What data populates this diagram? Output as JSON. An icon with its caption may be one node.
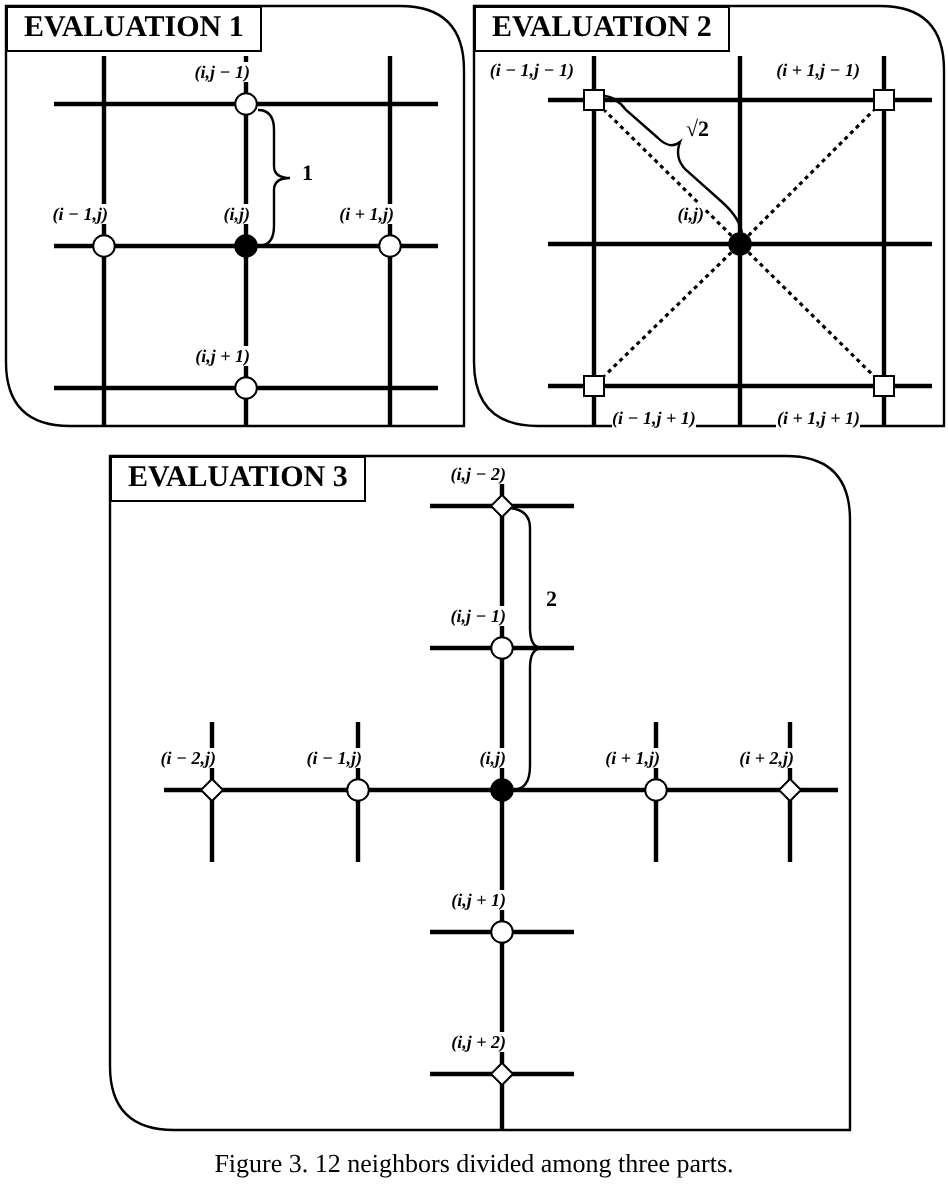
{
  "diagram": {
    "caption": "Figure 3. 12 neighbors divided among three parts.",
    "nodes": [
      {
        "text": [
          "EVALUATION 1"
        ]
      },
      {
        "text": [],
        "shape": "circle",
        "beside": [
          "(i,j − 1)"
        ],
        "in": 0
      },
      {
        "text": [],
        "shape": "circle",
        "beside": [
          "(i − 1,j)"
        ],
        "in": 0
      },
      {
        "text": [],
        "shape": "circle",
        "beside": [
          "(i,j)"
        ],
        "in": 0
      },
      {
        "text": [],
        "shape": "circle",
        "beside": [
          "(i + 1,j)"
        ],
        "in": 0
      },
      {
        "text": [],
        "shape": "circle",
        "beside": [
          "(i,j + 1)"
        ],
        "in": 0
      },
      {
        "text": [
          "EVALUATION 2"
        ]
      },
      {
        "text": [],
        "shape": "box",
        "beside": [
          "(i − 1,j − 1)"
        ],
        "in": 6
      },
      {
        "text": [],
        "shape": "box",
        "beside": [
          "(i + 1,j − 1)"
        ],
        "in": 6
      },
      {
        "text": [],
        "shape": "circle",
        "beside": [
          "(i,j)"
        ],
        "in": 6
      },
      {
        "text": [],
        "shape": "box",
        "beside": [
          "(i − 1,j + 1)"
        ],
        "in": 6
      },
      {
        "text": [],
        "shape": "box",
        "beside": [
          "(i + 1,j + 1)"
        ],
        "in": 6
      },
      {
        "text": [
          "EVALUATION 3"
        ]
      },
      {
        "text": [],
        "shape": "diamond",
        "beside": [
          "(i,j − 2)"
        ],
        "in": 12
      },
      {
        "text": [],
        "shape": "circle",
        "beside": [
          "(i,j − 1)"
        ],
        "in": 12
      },
      {
        "text": [],
        "shape": "diamond",
        "beside": [
          "(i − 2,j)"
        ],
        "in": 12
      },
      {
        "text": [],
        "shape": "circle",
        "beside": [
          "(i − 1,j)"
        ],
        "in": 12
      },
      {
        "text": [],
        "shape": "circle",
        "beside": [
          "(i,j)"
        ],
        "in": 12
      },
      {
        "text": [],
        "shape": "circle",
        "beside": [
          "(i + 1,j)"
        ],
        "in": 12
      },
      {
        "text": [],
        "shape": "diamond",
        "beside": [
          "(i + 2,j)"
        ],
        "in": 12
      },
      {
        "text": [],
        "shape": "circle",
        "beside": [
          "(i,j + 1)"
        ],
        "in": 12
      },
      {
        "text": [],
        "shape": "diamond",
        "beside": [
          "(i,j + 2)"
        ],
        "in": 12
      }
    ],
    "edges": [
      {
        "from": 9,
        "to": 7,
        "arrow": "none",
        "style": "dashed"
      },
      {
        "from": 9,
        "to": 8,
        "arrow": "none",
        "style": "dashed"
      },
      {
        "from": 9,
        "to": 10,
        "arrow": "none",
        "style": "dashed"
      },
      {
        "from": 9,
        "to": 11,
        "arrow": "none",
        "style": "dashed"
      }
    ],
    "labels": [
      "1",
      "√2",
      "2"
    ]
  }
}
